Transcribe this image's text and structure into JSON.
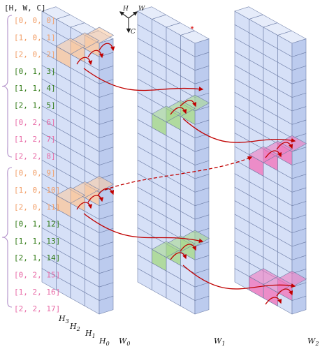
{
  "header_label": "[H, W, C]",
  "index_labels": [
    "[0, 0, 0]",
    "[1, 0, 1]",
    "[2, 0, 2]",
    "[0, 1, 3]",
    "[1, 1, 4]",
    "[2, 1, 5]",
    "[0, 2, 6]",
    "[1, 2, 7]",
    "[2, 2, 8]",
    "[0, 0, 9]",
    "[1, 0, 10]",
    "[2, 0, 11]",
    "[0, 1, 12]",
    "[1, 1, 13]",
    "[2, 1, 14]",
    "[0, 2, 15]",
    "[1, 2, 16]",
    "[2, 2, 17]"
  ],
  "index_label_colors": [
    "#f29f68",
    "#2f7a14",
    "#e86aa6"
  ],
  "axes": {
    "h": "H",
    "w": "W",
    "c": "C"
  },
  "h_labels": [
    {
      "base": "H",
      "sub": "3"
    },
    {
      "base": "H",
      "sub": "2"
    },
    {
      "base": "H",
      "sub": "1"
    },
    {
      "base": "H",
      "sub": "0"
    }
  ],
  "w_labels": [
    {
      "base": "W",
      "sub": "0"
    },
    {
      "base": "W",
      "sub": "1"
    },
    {
      "base": "W",
      "sub": "2"
    }
  ],
  "colors": {
    "cube_front": "#d6e0f7",
    "cube_top": "#e6ecfa",
    "cube_side": "#bccbee",
    "grid_line": "#6f7fa8",
    "orange": "#f8c9a4",
    "green": "#a9d88f",
    "pink": "#f07cc0",
    "arrow": "#c00000",
    "brace": "#b28fc9",
    "star": "#e0302f"
  }
}
